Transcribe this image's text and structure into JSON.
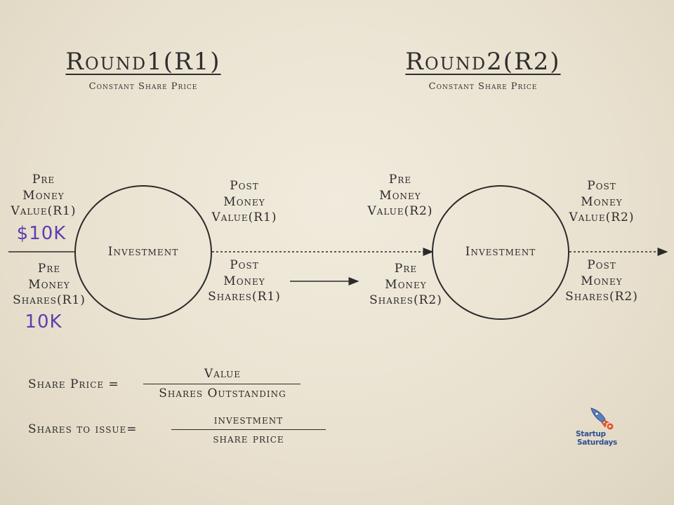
{
  "rounds": [
    {
      "title": "Round1(R1)",
      "subtitle": "Constant Share Price"
    },
    {
      "title": "Round2(R2)",
      "subtitle": "Constant Share Price"
    }
  ],
  "r1": {
    "pre_money_value": [
      "Pre",
      "Money",
      "Value(R1)"
    ],
    "pre_money_value_amount": "$10K",
    "pre_money_shares": [
      "Pre",
      "Money",
      "Shares(R1)"
    ],
    "pre_money_shares_amount": "10K",
    "circle_label": "Investment",
    "post_money_value": [
      "Post",
      "Money",
      "Value(R1)"
    ],
    "post_money_shares": [
      "Post",
      "Money",
      "Shares(R1)"
    ]
  },
  "r2": {
    "pre_money_value": [
      "Pre",
      "Money",
      "Value(R2)"
    ],
    "pre_money_shares": [
      "Pre",
      "Money",
      "Shares(R2)"
    ],
    "circle_label": "Investment",
    "post_money_value": [
      "Post",
      "Money",
      "Value(R2)"
    ],
    "post_money_shares": [
      "Post",
      "Money",
      "Shares(R2)"
    ]
  },
  "formulas": {
    "share_price": {
      "lhs": "Share Price =",
      "numerator": "Value",
      "denominator": "Shares Outstanding"
    },
    "shares_to_issue": {
      "lhs": "Shares to issue=",
      "numerator": "investment",
      "denominator": "share price"
    }
  },
  "logo": {
    "line1": "Startup",
    "line2": "Saturdays",
    "icon": "rocket-icon"
  },
  "colors": {
    "accent": "#5b3fb0",
    "ink": "#2a2a2a"
  }
}
